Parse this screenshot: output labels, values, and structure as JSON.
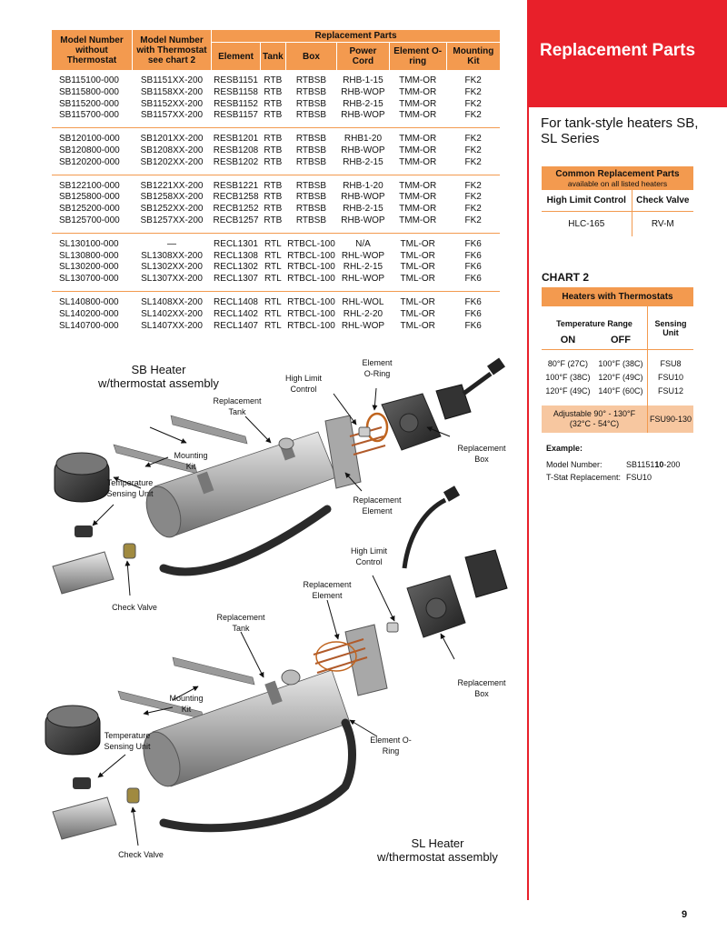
{
  "main_table": {
    "headers": {
      "model_without": "Model Number without Thermostat",
      "model_with": "Model Number with Thermostat see chart 2",
      "replacement_parts": "Replacement Parts",
      "element": "Element",
      "tank": "Tank",
      "box": "Box",
      "power_cord": "Power Cord",
      "element_oring": "Element O-ring",
      "mounting_kit": "Mounting Kit"
    },
    "groups": [
      [
        [
          "SB115100-000",
          "SB1151XX-200",
          "RESB1151",
          "RTB",
          "RTBSB",
          "RHB-1-15",
          "TMM-OR",
          "FK2"
        ],
        [
          "SB115800-000",
          "SB1158XX-200",
          "RESB1158",
          "RTB",
          "RTBSB",
          "RHB-WOP",
          "TMM-OR",
          "FK2"
        ],
        [
          "SB115200-000",
          "SB1152XX-200",
          "RESB1152",
          "RTB",
          "RTBSB",
          "RHB-2-15",
          "TMM-OR",
          "FK2"
        ],
        [
          "SB115700-000",
          "SB1157XX-200",
          "RESB1157",
          "RTB",
          "RTBSB",
          "RHB-WOP",
          "TMM-OR",
          "FK2"
        ]
      ],
      [
        [
          "SB120100-000",
          "SB1201XX-200",
          "RESB1201",
          "RTB",
          "RTBSB",
          "RHB1-20",
          "TMM-OR",
          "FK2"
        ],
        [
          "SB120800-000",
          "SB1208XX-200",
          "RESB1208",
          "RTB",
          "RTBSB",
          "RHB-WOP",
          "TMM-OR",
          "FK2"
        ],
        [
          "SB120200-000",
          "SB1202XX-200",
          "RESB1202",
          "RTB",
          "RTBSB",
          "RHB-2-15",
          "TMM-OR",
          "FK2"
        ]
      ],
      [
        [
          "SB122100-000",
          "SB1221XX-200",
          "RESB1221",
          "RTB",
          "RTBSB",
          "RHB-1-20",
          "TMM-OR",
          "FK2"
        ],
        [
          "SB125800-000",
          "SB1258XX-200",
          "RECB1258",
          "RTB",
          "RTBSB",
          "RHB-WOP",
          "TMM-OR",
          "FK2"
        ],
        [
          "SB125200-000",
          "SB1252XX-200",
          "RECB1252",
          "RTB",
          "RTBSB",
          "RHB-2-15",
          "TMM-OR",
          "FK2"
        ],
        [
          "SB125700-000",
          "SB1257XX-200",
          "RECB1257",
          "RTB",
          "RTBSB",
          "RHB-WOP",
          "TMM-OR",
          "FK2"
        ]
      ],
      [
        [
          "SL130100-000",
          "—",
          "RECL1301",
          "RTL",
          "RTBCL-100",
          "N/A",
          "TML-OR",
          "FK6"
        ],
        [
          "SL130800-000",
          "SL1308XX-200",
          "RECL1308",
          "RTL",
          "RTBCL-100",
          "RHL-WOP",
          "TML-OR",
          "FK6"
        ],
        [
          "SL130200-000",
          "SL1302XX-200",
          "RECL1302",
          "RTL",
          "RTBCL-100",
          "RHL-2-15",
          "TML-OR",
          "FK6"
        ],
        [
          "SL130700-000",
          "SL1307XX-200",
          "RECL1307",
          "RTL",
          "RTBCL-100",
          "RHL-WOP",
          "TML-OR",
          "FK6"
        ]
      ],
      [
        [
          "SL140800-000",
          "SL1408XX-200",
          "RECL1408",
          "RTL",
          "RTBCL-100",
          "RHL-WOL",
          "TML-OR",
          "FK6"
        ],
        [
          "SL140200-000",
          "SL1402XX-200",
          "RECL1402",
          "RTL",
          "RTBCL-100",
          "RHL-2-20",
          "TML-OR",
          "FK6"
        ],
        [
          "SL140700-000",
          "SL1407XX-200",
          "RECL1407",
          "RTL",
          "RTBCL-100",
          "RHL-WOP",
          "TML-OR",
          "FK6"
        ]
      ]
    ]
  },
  "sidebar": {
    "title": "Replacement Parts",
    "subtitle": "For tank-style heaters SB, SL Series",
    "common": {
      "title": "Common Replacement Parts",
      "subtitle": "available on all listed heaters",
      "col1": "High Limit Control",
      "col2": "Check Valve",
      "val1": "HLC-165",
      "val2": "RV-M"
    },
    "chart2": {
      "label": "CHART 2",
      "title": "Heaters with Thermostats",
      "temp_range": "Temperature Range",
      "on": "ON",
      "off": "OFF",
      "sensing_unit": "Sensing Unit",
      "rows": [
        [
          "80°F (27C)",
          "100°F (38C)",
          "FSU8"
        ],
        [
          "100°F (38C)",
          "120°F (49C)",
          "FSU10"
        ],
        [
          "120°F (49C)",
          "140°F (60C)",
          "FSU12"
        ]
      ],
      "adjustable": "Adjustable 90° - 130°F",
      "adjustable_c": "(32°C - 54°C)",
      "adjustable_unit": "FSU90-130"
    },
    "example": {
      "label": "Example:",
      "model_label": "Model Number:",
      "model_prefix": "SB1151",
      "model_bold": "10",
      "model_suffix": "-200",
      "tstat_label": "T-Stat Replacement:",
      "tstat_value": "FSU10"
    }
  },
  "diagram": {
    "sb_title_1": "SB Heater",
    "sb_title_2": "w/thermostat assembly",
    "sl_title_1": "SL Heater",
    "sl_title_2": "w/thermostat assembly",
    "labels": {
      "element_oring": "Element O-Ring",
      "high_limit": "High Limit Control",
      "replacement_tank": "Replacement Tank",
      "mounting_kit": "Mounting Kit",
      "temp_sensing": "Temperature Sensing Unit",
      "replacement_box": "Replacement Box",
      "replacement_element": "Replacement Element",
      "check_valve": "Check Valve",
      "element_oring2": "Element O-Ring"
    }
  },
  "page_number": "9"
}
